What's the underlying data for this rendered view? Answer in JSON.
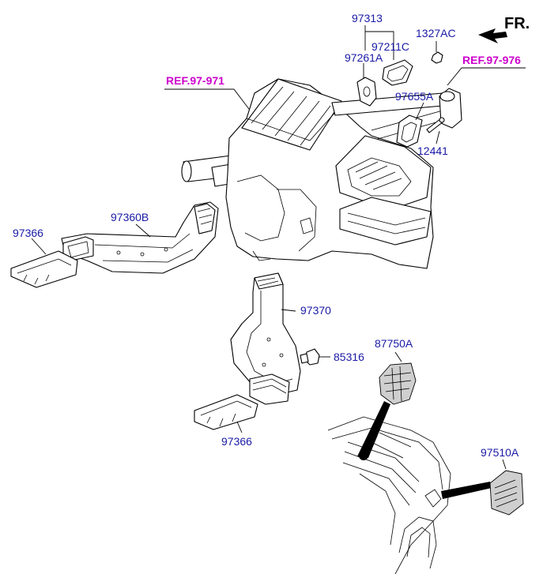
{
  "direction": {
    "text": "FR."
  },
  "references": {
    "ref_971": "REF.97-971",
    "ref_976": "REF.97-976"
  },
  "parts": {
    "p97313": "97313",
    "p97211c": "97211C",
    "p1327ac": "1327AC",
    "p97261a": "97261A",
    "p97655a": "97655A",
    "p12441": "12441",
    "p97360b": "97360B",
    "p97366_left": "97366",
    "p97370": "97370",
    "p85316": "85316",
    "p87750a": "87750A",
    "p97366_bottom": "97366",
    "p97510a": "97510A"
  },
  "colors": {
    "part_label": "#1a1aa6",
    "reference_label": "#cc00cc",
    "linework": "#000000"
  }
}
